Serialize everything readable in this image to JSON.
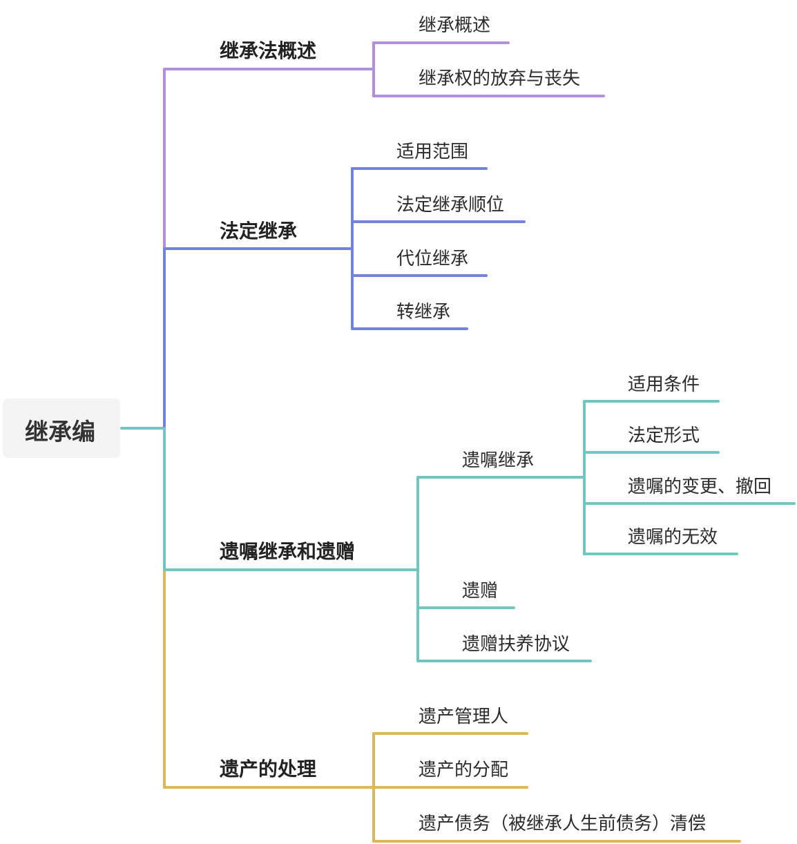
{
  "colors": {
    "purple": "#b28fdc",
    "blue": "#7382dc",
    "teal": "#72c6c2",
    "gold": "#dcb85c"
  },
  "root": {
    "label": "继承编"
  },
  "branches": [
    {
      "label": "继承法概述",
      "color": "purple",
      "children": [
        {
          "label": "继承概述"
        },
        {
          "label": "继承权的放弃与丧失"
        }
      ]
    },
    {
      "label": "法定继承",
      "color": "blue",
      "children": [
        {
          "label": "适用范围"
        },
        {
          "label": "法定继承顺位"
        },
        {
          "label": "代位继承"
        },
        {
          "label": "转继承"
        }
      ]
    },
    {
      "label": "遗嘱继承和遗赠",
      "color": "teal",
      "children": [
        {
          "label": "遗嘱继承",
          "children": [
            {
              "label": "适用条件"
            },
            {
              "label": "法定形式"
            },
            {
              "label": "遗嘱的变更、撤回"
            },
            {
              "label": "遗嘱的无效"
            }
          ]
        },
        {
          "label": "遗赠"
        },
        {
          "label": "遗赠扶养协议"
        }
      ]
    },
    {
      "label": "遗产的处理",
      "color": "gold",
      "children": [
        {
          "label": "遗产管理人"
        },
        {
          "label": "遗产的分配"
        },
        {
          "label": "遗产债务（被继承人生前债务）清偿"
        }
      ]
    }
  ]
}
